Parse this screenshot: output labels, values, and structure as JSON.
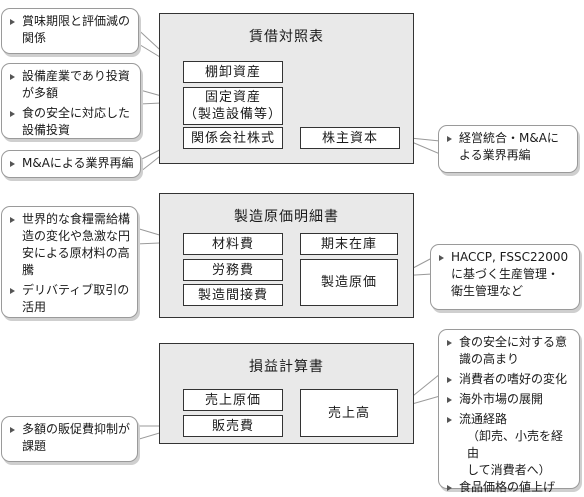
{
  "balance_sheet": {
    "title": "賃借対照表",
    "items": {
      "inventory": "棚卸資産",
      "fixed_assets_line1": "固定資産",
      "fixed_assets_line2": "（製造設備等）",
      "affiliate_stock": "関係会社株式",
      "shareholder_capital": "株主資本"
    }
  },
  "cost_statement": {
    "title": "製造原価明細書",
    "items": {
      "material_cost": "材料費",
      "labor_cost": "労務費",
      "overhead": "製造間接費",
      "ending_inventory": "期末在庫",
      "manufacturing_cost": "製造原価"
    }
  },
  "income_statement": {
    "title": "損益計算書",
    "items": {
      "cost_of_sales": "売上原価",
      "sga": "販売費",
      "sales": "売上高"
    }
  },
  "callouts": {
    "inventory_note": [
      "賞味期限と評価減の",
      "関係"
    ],
    "fixed_assets_note_1": [
      "設備産業であり投資",
      "が多額"
    ],
    "fixed_assets_note_2": [
      "食の安全に対応した",
      "設備投資"
    ],
    "affiliate_note": [
      "M&Aによる業界再編"
    ],
    "capital_note": [
      "経営統合・M&Aに",
      "よる業界再編"
    ],
    "material_note_1": [
      "世界的な食糧需給構",
      "造の変化や急激な円",
      "安による原材料の高",
      "騰"
    ],
    "material_note_2": [
      "デリバティブ取引の",
      "活用"
    ],
    "manufacturing_note": [
      "HACCP, FSSC22000",
      "に基づく生産管理・",
      "衛生管理など"
    ],
    "sga_note": [
      "多額の販促費抑制が",
      "課題"
    ],
    "sales_notes": {
      "n1": [
        "食の安全に対する意",
        "識の高まり"
      ],
      "n2": [
        "消費者の嗜好の変化"
      ],
      "n3": [
        "海外市場の展開"
      ],
      "n4": [
        "流通経路"
      ],
      "n4_sub": [
        "（卸売、小売を経由",
        "して消費者へ）"
      ],
      "n5": [
        "食品価格の値上げ"
      ]
    }
  }
}
